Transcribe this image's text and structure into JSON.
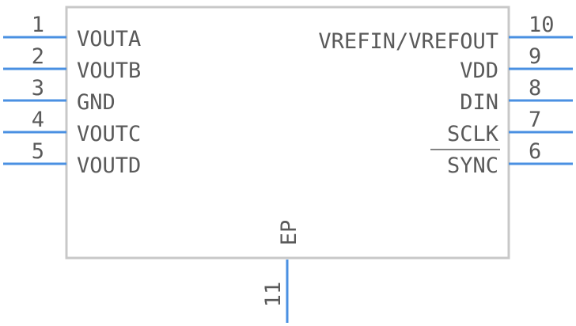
{
  "component": {
    "left_pins": [
      {
        "number": "1",
        "name": "VOUTA"
      },
      {
        "number": "2",
        "name": "VOUTB"
      },
      {
        "number": "3",
        "name": "GND"
      },
      {
        "number": "4",
        "name": "VOUTC"
      },
      {
        "number": "5",
        "name": "VOUTD"
      }
    ],
    "right_pins": [
      {
        "number": "10",
        "name": "VREFIN/VREFOUT",
        "overline": false
      },
      {
        "number": "9",
        "name": "VDD",
        "overline": false
      },
      {
        "number": "8",
        "name": "DIN",
        "overline": false
      },
      {
        "number": "7",
        "name": "SCLK",
        "overline": false
      },
      {
        "number": "6",
        "name": "SYNC",
        "overline": true
      }
    ],
    "bottom_pin": {
      "number": "11",
      "name": "EP"
    },
    "colors": {
      "body": "#c8c8c8",
      "pin": "#4a90e2",
      "text": "#5a5a5a"
    }
  }
}
